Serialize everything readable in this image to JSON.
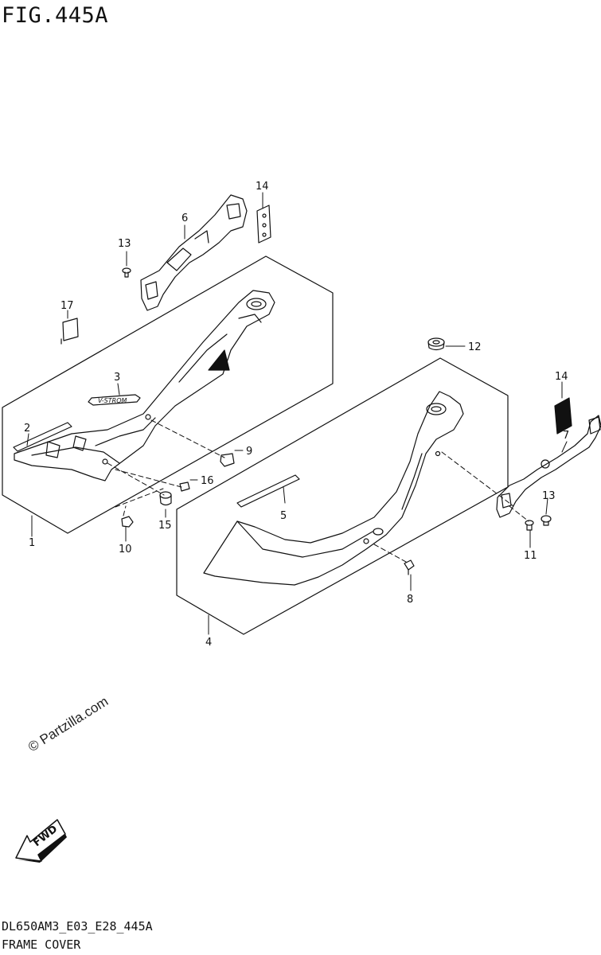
{
  "figure": {
    "title": "FIG.445A",
    "code": "DL650AM3_E03_E28_445A",
    "name": "FRAME COVER"
  },
  "watermark": "© Partzilla.com",
  "fwd_label": "FWD",
  "badge_text": "V-STROM",
  "callouts": [
    {
      "id": "1",
      "label": "1"
    },
    {
      "id": "2",
      "label": "2"
    },
    {
      "id": "3",
      "label": "3"
    },
    {
      "id": "4",
      "label": "4"
    },
    {
      "id": "5",
      "label": "5"
    },
    {
      "id": "6",
      "label": "6"
    },
    {
      "id": "7",
      "label": "7"
    },
    {
      "id": "8",
      "label": "8"
    },
    {
      "id": "9",
      "label": "9"
    },
    {
      "id": "10",
      "label": "10"
    },
    {
      "id": "11",
      "label": "11"
    },
    {
      "id": "12",
      "label": "12"
    },
    {
      "id": "13a",
      "label": "13"
    },
    {
      "id": "13b",
      "label": "13"
    },
    {
      "id": "14a",
      "label": "14"
    },
    {
      "id": "14b",
      "label": "14"
    },
    {
      "id": "15",
      "label": "15"
    },
    {
      "id": "16",
      "label": "16"
    },
    {
      "id": "17",
      "label": "17"
    }
  ]
}
